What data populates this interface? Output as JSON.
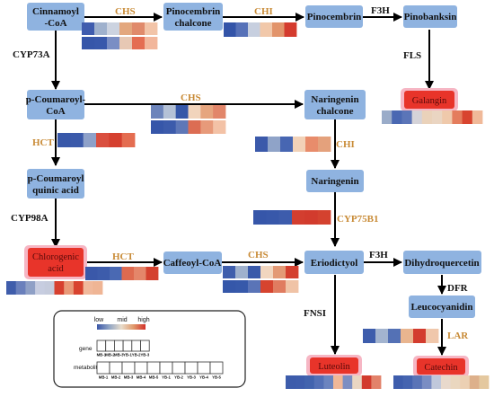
{
  "nodes": {
    "cinnamoyl_coa": [
      "Cinnamoyl",
      "-CoA"
    ],
    "pinocembrin_chalcone": [
      "Pinocembrin",
      "chalcone"
    ],
    "pinocembrin": [
      "Pinocembrin"
    ],
    "pinobanksin": [
      "Pinobanksin"
    ],
    "p_coumaroyl_coa": [
      "p-Coumaroyl-",
      "CoA"
    ],
    "naringenin_chalcone": [
      "Naringenin",
      "chalcone"
    ],
    "galangin": [
      "Galangin"
    ],
    "p_coumaroyl_quinic_acid": [
      "p-Coumaroyl",
      "quinic acid"
    ],
    "naringenin": [
      "Naringenin"
    ],
    "chlorogenic_acid": [
      "Chlorogenic",
      "acid"
    ],
    "caffeoyl_coa": [
      "Caffeoyl-CoA"
    ],
    "eriodictyol": [
      "Eriodictyol"
    ],
    "dihydroquercetin": [
      "Dihydroquercetin"
    ],
    "leucocyanidin": [
      "Leucocyanidin"
    ],
    "luteolin": [
      "Luteolin"
    ],
    "catechin": [
      "Catechin"
    ]
  },
  "enzymes": {
    "chs_1": "CHS",
    "chi_1": "CHI",
    "f3h_1": "F3H",
    "cyp73a": "CYP73A",
    "fls": "FLS",
    "chs_2": "CHS",
    "hct_1": "HCT",
    "chi_2": "CHI",
    "cyp98a": "CYP98A",
    "cyp75b1": "CYP75B1",
    "hct_2": "HCT",
    "chs_3": "CHS",
    "f3h_2": "F3H",
    "dfr": "DFR",
    "fnsi": "FNSI",
    "lar": "LAR"
  },
  "legend": {
    "scale_low": "low",
    "scale_mid": "mid",
    "scale_high": "high",
    "gene_label": "gene",
    "metabolite_label": "metabolite",
    "gene_ticks": [
      "MB-1",
      "MB-2",
      "MB-3",
      "YB-1",
      "YB-2",
      "YB-3"
    ],
    "metabolite_ticks": [
      "MB-1",
      "MB-2",
      "MB-3",
      "MB-4",
      "MB-5",
      "YB-1",
      "YB-2",
      "YB-3",
      "YB-4",
      "YB-5"
    ]
  },
  "colors": {
    "node": "#8fb3e0",
    "node_highlight": "#e8342a",
    "enzyme_orange": "#c88a35",
    "scale": [
      "#3b57a8",
      "#8fa4c4",
      "#e8dccb",
      "#e09a6c",
      "#d2302a"
    ]
  },
  "heatmaps": {
    "chs_1a": [
      "#3f5cae",
      "#9fb1cd",
      "#ccd3e0",
      "#e3a77e",
      "#e08a6b",
      "#f2c4a8"
    ],
    "chs_1b": [
      "#3656a9",
      "#3858ab",
      "#7a8ec4",
      "#e7c8b4",
      "#e46d52",
      "#f2b69b"
    ],
    "chi_1": [
      "#3354a8",
      "#5671b8",
      "#c7cfdf",
      "#f1c8aa",
      "#e2946b",
      "#d43b2e"
    ],
    "chs_2a": [
      "#6c84bb",
      "#b4c1d6",
      "#3657a8",
      "#f1d4bc",
      "#e6a57f",
      "#e2866a"
    ],
    "chs_2b": [
      "#3656a9",
      "#3c5bab",
      "#5e77b7",
      "#dc6d53",
      "#e79a7a",
      "#f3c2a6"
    ],
    "hct_1": [
      "#3858a9",
      "#3b5aaa",
      "#8ea1c9",
      "#da4f3f",
      "#d5402f",
      "#e46d51"
    ],
    "chi_2": [
      "#3b59aa",
      "#8fa3c8",
      "#4766b2",
      "#f2d2b8",
      "#e88c6b",
      "#e4a17c"
    ],
    "cyp75b1": [
      "#3656a9",
      "#3858aa",
      "#3d5cac",
      "#d33e2f",
      "#d23b2d",
      "#d4422f"
    ],
    "hct_2": [
      "#3a58a9",
      "#3d5cab",
      "#4a69b3",
      "#de6a4f",
      "#e4866a",
      "#d4412f"
    ],
    "chs_3a": [
      "#3f5eac",
      "#9fb1cd",
      "#3a5aaa",
      "#f1d6bf",
      "#e39a76",
      "#d4402f"
    ],
    "chs_3b": [
      "#3557a9",
      "#3759aa",
      "#5a74b7",
      "#d6442f",
      "#e07c60",
      "#f0c3a6"
    ],
    "lar": [
      "#3e5dac",
      "#a3b4cf",
      "#5471b5",
      "#e9b58f",
      "#d33c2e",
      "#f0c7ab"
    ],
    "galangin": [
      "#9aacc9",
      "#4a68b2",
      "#5b75b8",
      "#d5d3d8",
      "#ead2ba",
      "#ead5c2",
      "#efc9ab",
      "#e47d5d",
      "#d8442f",
      "#f0b999"
    ],
    "chlorogenic": [
      "#3f5dab",
      "#6a80bc",
      "#8fa0c6",
      "#c7cde0",
      "#c5cbdc",
      "#d7402f",
      "#e89978",
      "#d8432f",
      "#f0b99c",
      "#efb595"
    ],
    "luteolin": [
      "#3d5cab",
      "#3e5dac",
      "#4263ae",
      "#5470b6",
      "#6c84bf",
      "#f0b797",
      "#7c8ec2",
      "#e9d6c2",
      "#d23b2d",
      "#e2826a"
    ],
    "catechin": [
      "#3e5dac",
      "#4564b0",
      "#5a74b7",
      "#7a8dc3",
      "#c0c8db",
      "#e8d9cc",
      "#ead7bf",
      "#ecd0b3",
      "#ddb08b",
      "#e4c89f"
    ]
  }
}
